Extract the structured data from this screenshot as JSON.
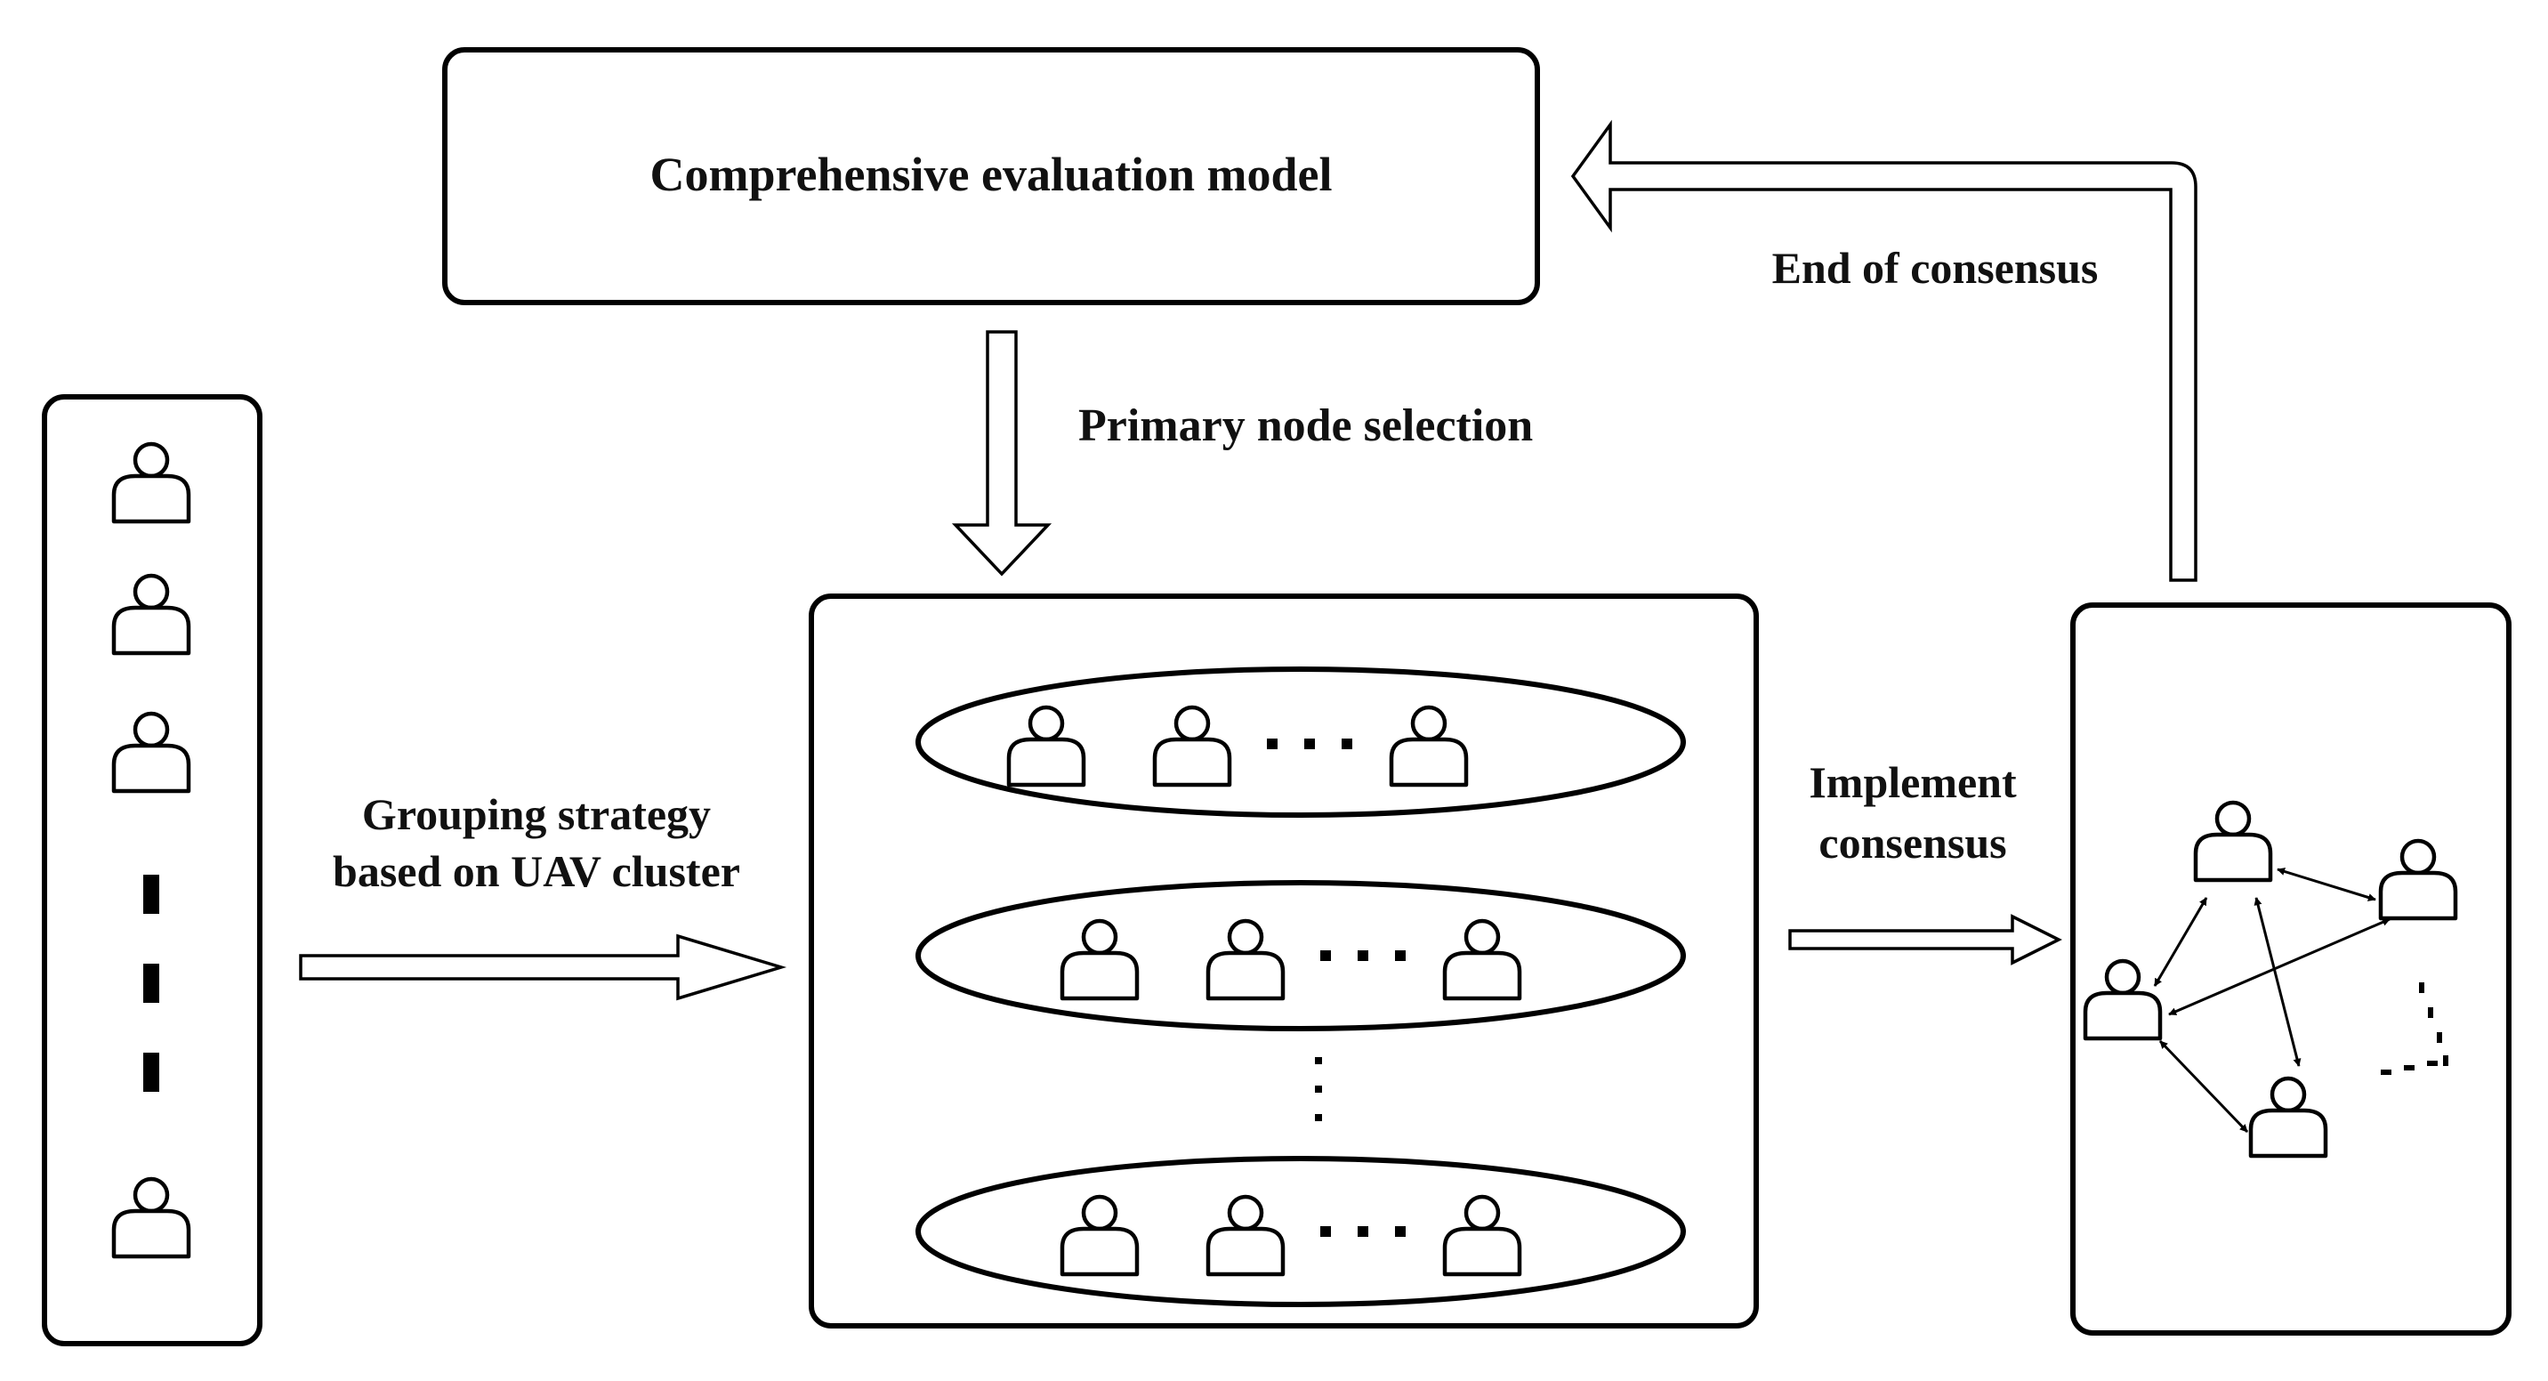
{
  "labels": {
    "evaluation_model": "Comprehensive evaluation model",
    "primary_node_selection": "Primary node selection",
    "end_of_consensus": "End of consensus",
    "grouping_strategy_line1": "Grouping strategy",
    "grouping_strategy_line2": "based on UAV cluster",
    "implement_consensus_line1": "Implement",
    "implement_consensus_line2": "consensus"
  },
  "groups": [
    {
      "visible_nodes": 3
    },
    {
      "visible_nodes": 3
    },
    {
      "visible_nodes": 3
    }
  ],
  "icons": {
    "node": "person-icon",
    "ellipsis": "ellipsis-dots"
  },
  "colors": {
    "stroke": "#000000",
    "fill": "#ffffff",
    "text": "#111111"
  }
}
